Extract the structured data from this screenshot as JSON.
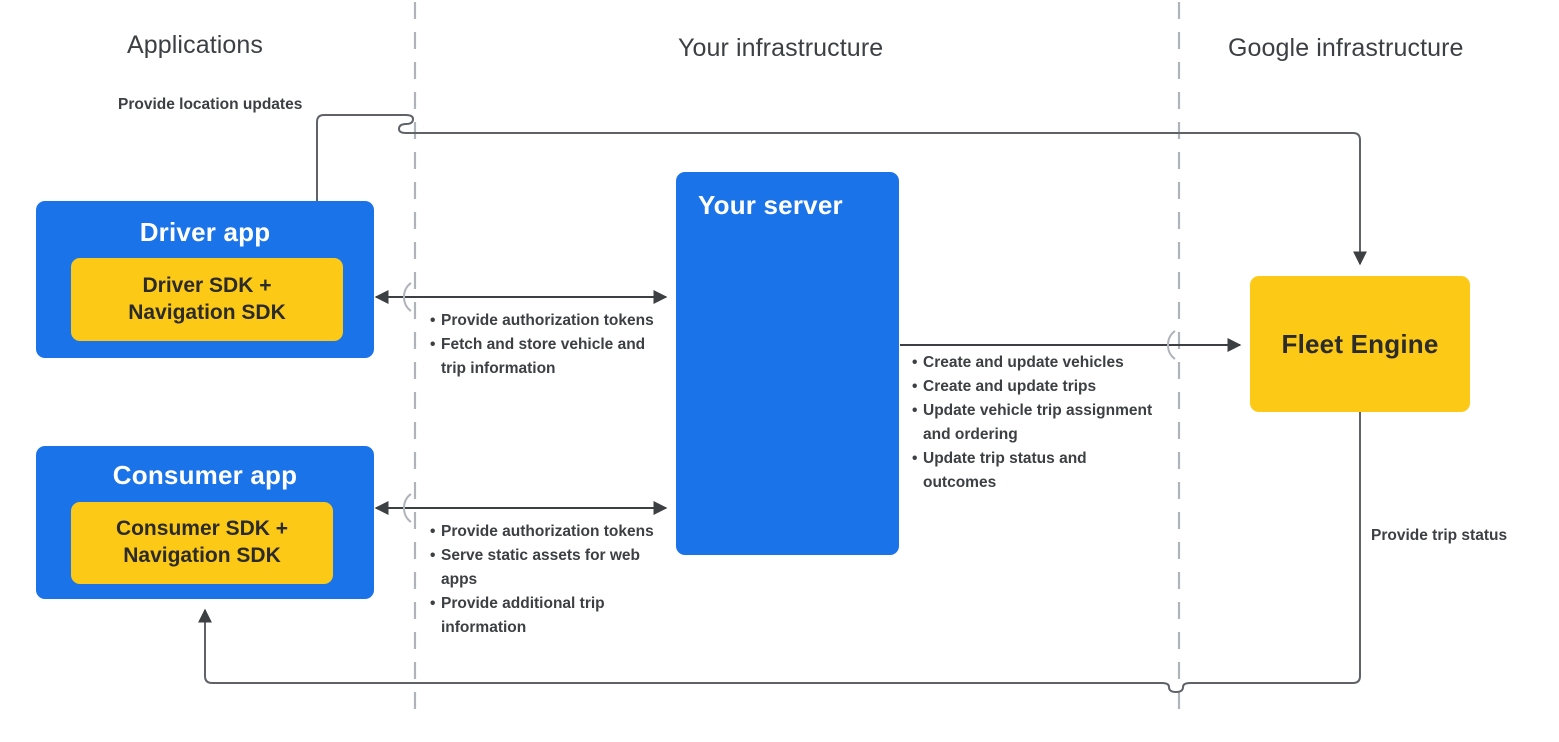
{
  "columns": [
    {
      "id": "applications",
      "label": "Applications"
    },
    {
      "id": "your-infra",
      "label": "Your infrastructure"
    },
    {
      "id": "google-infra",
      "label": "Google infrastructure"
    }
  ],
  "nodes": {
    "driver_app": {
      "title": "Driver app",
      "sdk": "Driver SDK +\nNavigation SDK"
    },
    "consumer_app": {
      "title": "Consumer app",
      "sdk": "Consumer SDK +\nNavigation SDK"
    },
    "your_server": {
      "title": "Your server"
    },
    "fleet_engine": {
      "title": "Fleet Engine"
    }
  },
  "annotations": {
    "location_updates": "Provide location updates",
    "trip_status": "Provide trip status",
    "driver_server": [
      "Provide authorization tokens",
      "Fetch and store vehicle and trip information"
    ],
    "consumer_server": [
      "Provide authorization tokens",
      "Serve static assets for web apps",
      "Provide additional trip information"
    ],
    "server_fleet": [
      "Create and update vehicles",
      "Create and update trips",
      "Update vehicle trip assignment and ordering",
      "Update trip status and outcomes"
    ]
  },
  "colors": {
    "app_blue": "#1a73e8",
    "sdk_yellow": "#fcc916",
    "line_gray": "#5f6368",
    "divider_gray": "#b0b4ba",
    "header_text": "#3c4043"
  }
}
